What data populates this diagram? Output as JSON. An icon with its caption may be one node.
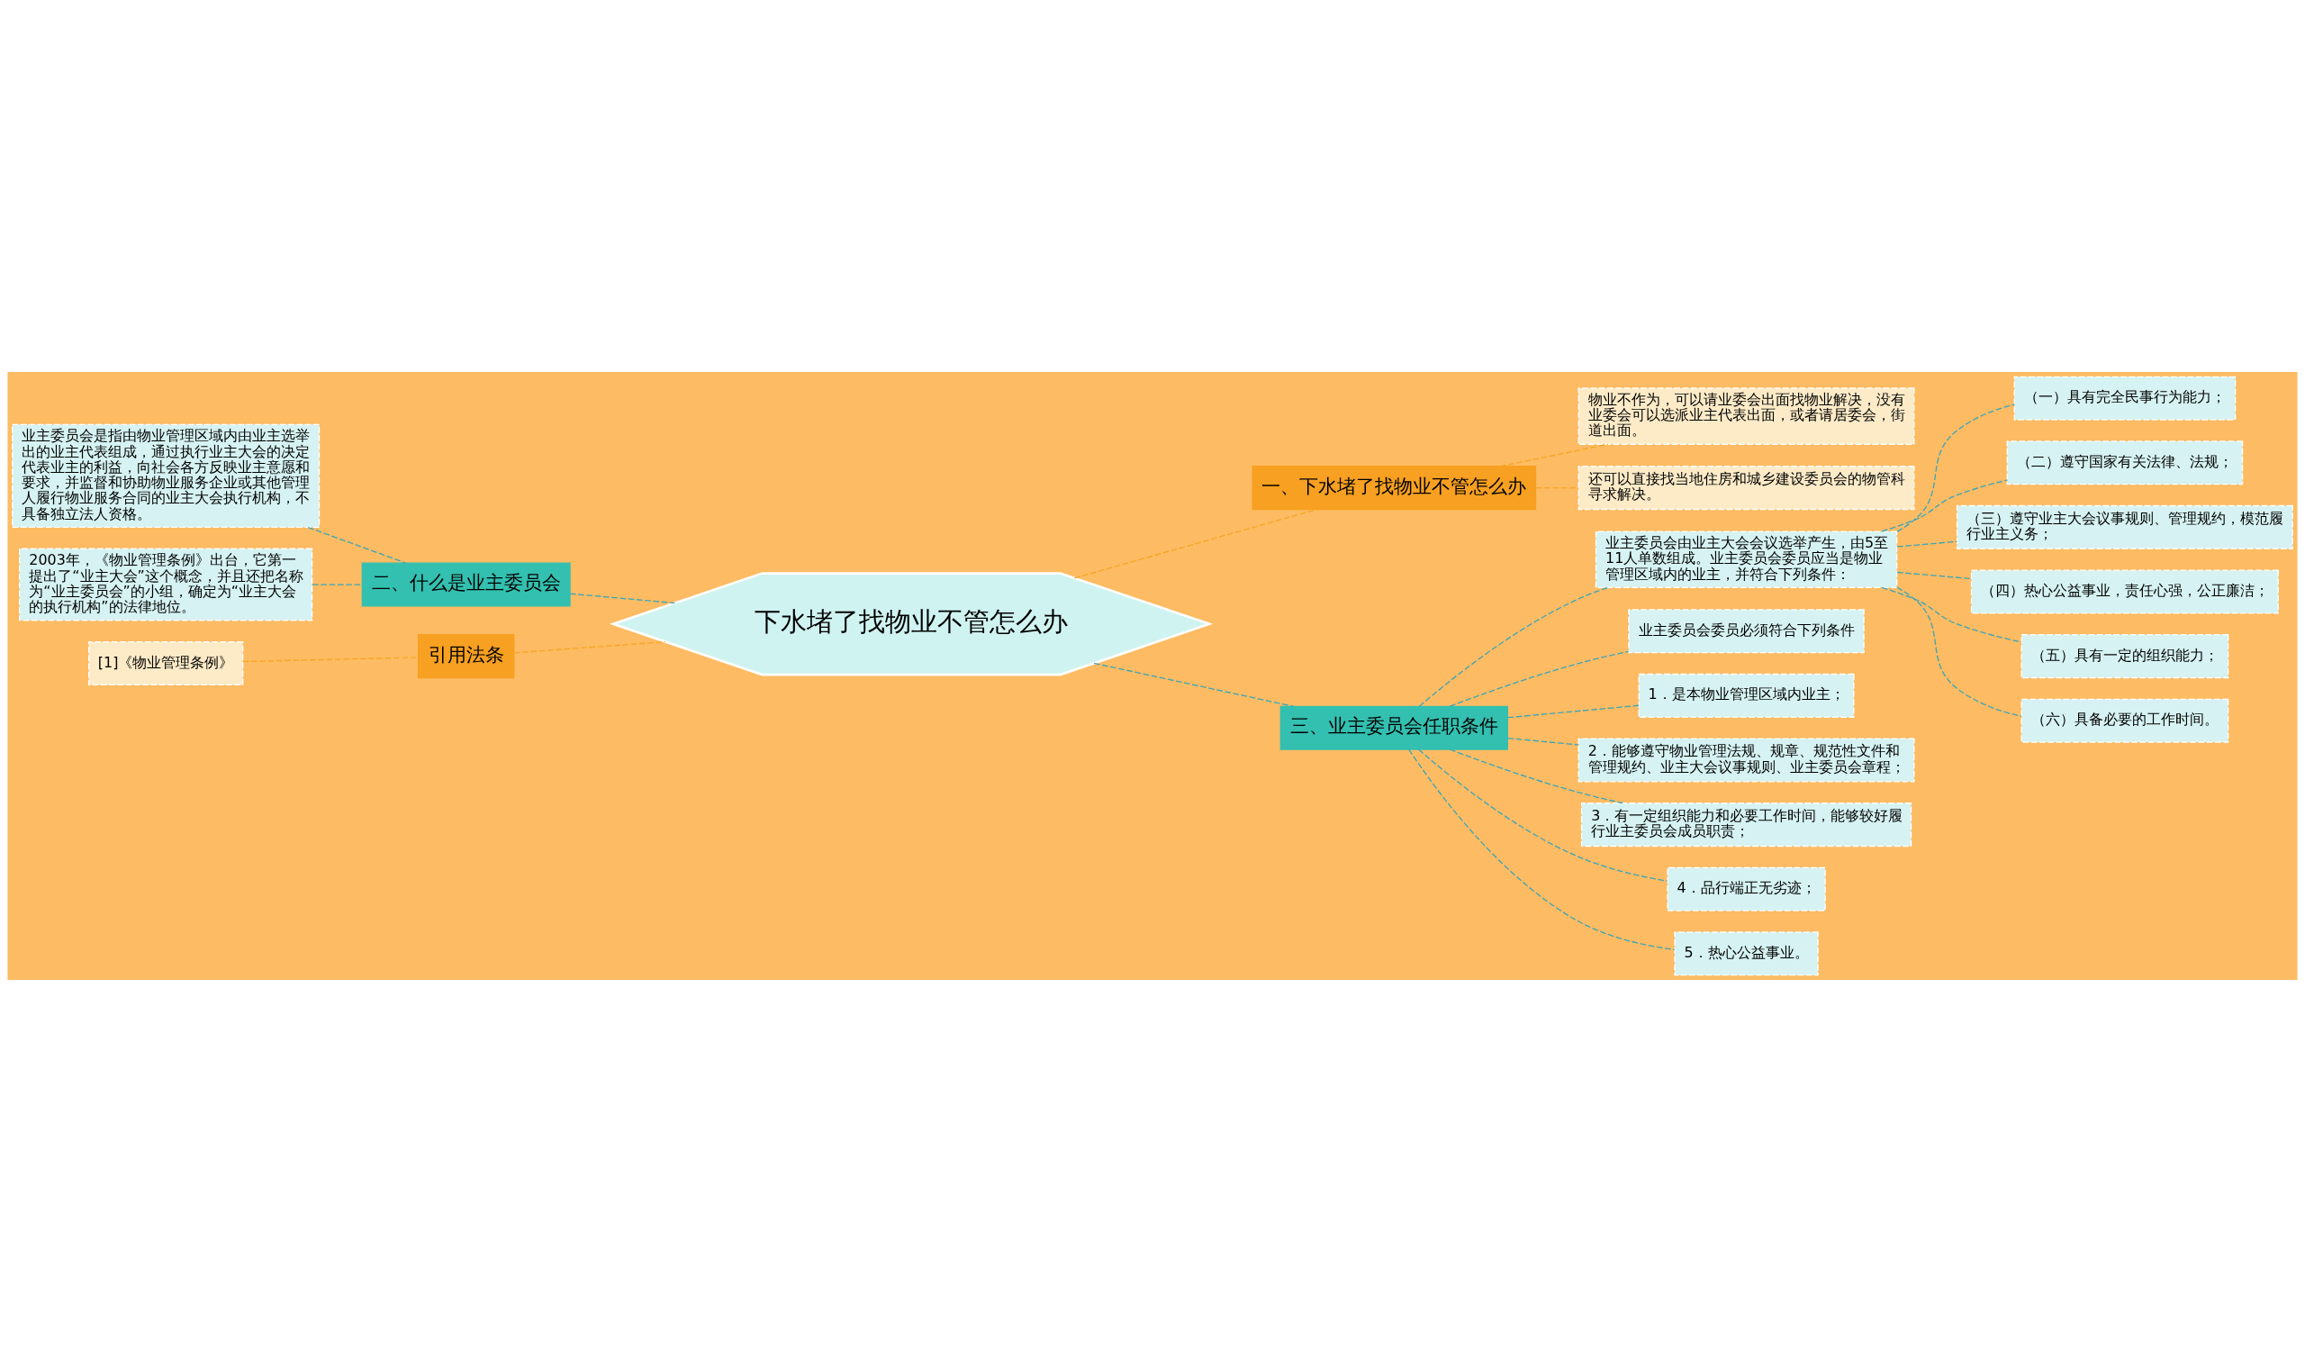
{
  "diagram": {
    "nodes": [
      {
        "text": [
          "下水堵了找物业不管怎么办"
        ]
      },
      {
        "text": [
          "一、下水堵了找物业不管怎么办"
        ]
      },
      {
        "text": [
          "物业不作为，可以请业委会出面找物业解决，没有业委会可以选派业主代表出面，或者请居委会，街道出面。"
        ]
      },
      {
        "text": [
          "还可以直接找当地住房和城乡建设委员会的物管科寻求解决。"
        ]
      },
      {
        "text": [
          "二、什么是业主委员会"
        ]
      },
      {
        "text": [
          "业主委员会是指由物业管理区域内由业主选举出的业主代表组成，通过执行业主大会的决定代表业主的利益，向社会各方反映业主意愿和要求，并监督和协助物业服务企业或其他管理人履行物业服务合同的业主大会执行机构，不具备独立法人资格。"
        ]
      },
      {
        "text": [
          "2003年，《物业管理条例》出台，它第一提出了“业主大会”这个概念，并且还把名称为“业主委员会”的小组，确定为“业主大会的执行机构”的法律地位。"
        ]
      },
      {
        "text": [
          "引用法条"
        ]
      },
      {
        "text": [
          "[1]《物业管理条例》"
        ]
      },
      {
        "text": [
          "三、业主委员会任职条件"
        ]
      },
      {
        "text": [
          "业主委员会由业主大会会议选举产生，由5至11人单数组成。业主委员会委员应当是物业管理区域内的业主，并符合下列条件："
        ]
      },
      {
        "text": [
          "（一）具有完全民事行为能力；"
        ]
      },
      {
        "text": [
          "（二）遵守国家有关法律、法规；"
        ]
      },
      {
        "text": [
          "（三）遵守业主大会议事规则、管理规约，模范履行业主义务；"
        ]
      },
      {
        "text": [
          "（四）热心公益事业，责任心强，公正廉洁；"
        ]
      },
      {
        "text": [
          "（五）具有一定的组织能力；"
        ]
      },
      {
        "text": [
          "（六）具备必要的工作时间。"
        ]
      },
      {
        "text": [
          "业主委员会委员必须符合下列条件"
        ]
      },
      {
        "text": [
          "1．是本物业管理区域内业主；"
        ]
      },
      {
        "text": [
          "2．能够遵守物业管理法规、规章、规范性文件和管理规约、业主大会议事规则、业主委员会章程；"
        ]
      },
      {
        "text": [
          "3．有一定组织能力和必要工作时间，能够较好履行业主委员会成员职责；"
        ]
      },
      {
        "text": [
          "4．品行端正无劣迹；"
        ]
      },
      {
        "text": [
          "5．热心公益事业。"
        ]
      }
    ],
    "edges": [
      {
        "from": 0,
        "to": 1,
        "arrow": "none",
        "style": "dashed",
        "color": "#f5a623"
      },
      {
        "from": 1,
        "to": 2,
        "arrow": "none",
        "style": "dashed",
        "color": "#f5a623"
      },
      {
        "from": 1,
        "to": 3,
        "arrow": "none",
        "style": "dashed",
        "color": "#f5a623"
      },
      {
        "from": 0,
        "to": 4,
        "arrow": "none",
        "style": "dashed"
      },
      {
        "from": 4,
        "to": 5,
        "arrow": "none",
        "style": "dashed"
      },
      {
        "from": 4,
        "to": 6,
        "arrow": "none",
        "style": "dashed"
      },
      {
        "from": 0,
        "to": 7,
        "arrow": "none",
        "style": "dashed",
        "color": "#f5a623"
      },
      {
        "from": 7,
        "to": 8,
        "arrow": "none",
        "style": "dashed",
        "color": "#f5a623"
      },
      {
        "from": 0,
        "to": 9,
        "arrow": "none",
        "style": "dashed"
      },
      {
        "from": 9,
        "to": 10,
        "arrow": "none",
        "style": "dashed"
      },
      {
        "from": 10,
        "to": 11,
        "arrow": "none",
        "style": "dashed"
      },
      {
        "from": 10,
        "to": 12,
        "arrow": "none",
        "style": "dashed"
      },
      {
        "from": 10,
        "to": 13,
        "arrow": "none",
        "style": "dashed"
      },
      {
        "from": 10,
        "to": 14,
        "arrow": "none",
        "style": "dashed"
      },
      {
        "from": 10,
        "to": 15,
        "arrow": "none",
        "style": "dashed"
      },
      {
        "from": 10,
        "to": 16,
        "arrow": "none",
        "style": "dashed"
      },
      {
        "from": 9,
        "to": 17,
        "arrow": "none",
        "style": "dashed"
      },
      {
        "from": 9,
        "to": 18,
        "arrow": "none",
        "style": "dashed"
      },
      {
        "from": 9,
        "to": 19,
        "arrow": "none",
        "style": "dashed"
      },
      {
        "from": 9,
        "to": 20,
        "arrow": "none",
        "style": "dashed"
      },
      {
        "from": 9,
        "to": 21,
        "arrow": "none",
        "style": "dashed"
      },
      {
        "from": 9,
        "to": 22,
        "arrow": "none",
        "style": "dashed"
      }
    ]
  }
}
